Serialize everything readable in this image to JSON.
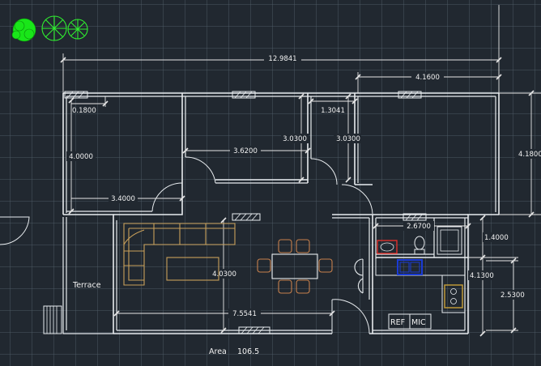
{
  "plan": {
    "area_label": "Area",
    "area_value": "106.5",
    "room_label_terrace": "Terrace",
    "appliance_ref": "REF",
    "appliance_mic": "MIC"
  },
  "dimensions": {
    "overall_width": "12.9841",
    "right_top_width": "4.1600",
    "small_offset": "0.1800",
    "closet_width": "1.3041",
    "left_room_height": "4.0000",
    "bedroom_width": "3.6200",
    "bedroom_height_a": "3.0300",
    "bedroom_height_b": "3.0300",
    "right_room_height": "4.1800",
    "left_room_width": "3.4000",
    "kitchen_width": "2.6700",
    "bath_height": "1.4000",
    "living_height": "4.0300",
    "kitchen_height": "4.1300",
    "kitchen_sub_height": "2.5300",
    "living_width": "7.5541"
  },
  "colors": {
    "background": "#212830",
    "walls": "#e8ecef",
    "sofa": "#c9a05a",
    "chairs": "#c7814d",
    "plants": "#19e619",
    "sink_blue": "#1a3bd6",
    "fixture_red": "#e0302c",
    "stove_yellow": "#c9a13a"
  },
  "icons": [
    "plant-icon",
    "door-swing-icon",
    "window-icon",
    "sofa-icon",
    "dining-table-icon",
    "toilet-icon",
    "shower-icon",
    "kitchen-sink-icon",
    "stove-icon"
  ]
}
